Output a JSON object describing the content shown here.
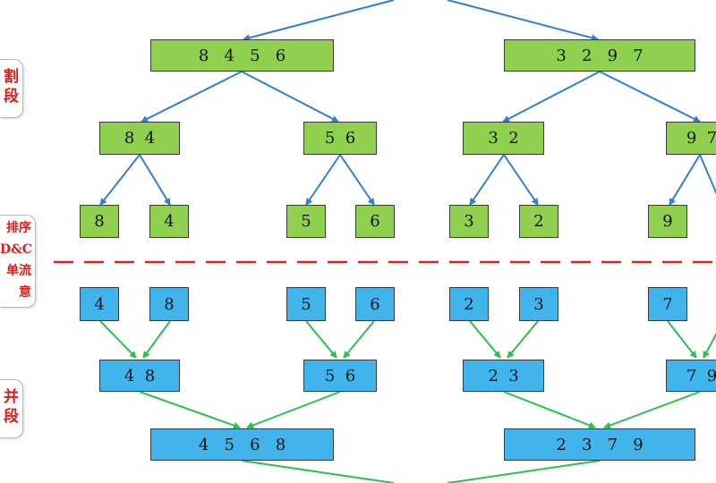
{
  "side_labels": {
    "top": [
      "割",
      "段"
    ],
    "middle": [
      "排序",
      "D&C",
      "单流",
      "意"
    ],
    "bottom": [
      "并",
      "段"
    ]
  },
  "divide_phase": {
    "level1": [
      "8   4   5   6",
      "3   2   9   7"
    ],
    "level2": [
      "8  4",
      "5  6",
      "3  2",
      "9  7"
    ],
    "level3": [
      "8",
      "4",
      "5",
      "6",
      "3",
      "2",
      "9"
    ]
  },
  "merge_phase": {
    "level1": [
      "4",
      "8",
      "5",
      "6",
      "2",
      "3",
      "7"
    ],
    "level2": [
      "4  8",
      "5  6",
      "2  3",
      "7  9"
    ],
    "level3": [
      "4   5   6   8",
      "2   3   7   9"
    ]
  },
  "colors": {
    "divide_fill": "#8fd14f",
    "merge_fill": "#42b4ec",
    "divide_arrow": "#2f7fd6",
    "merge_arrow": "#27c24c",
    "separator": "#e02020"
  }
}
